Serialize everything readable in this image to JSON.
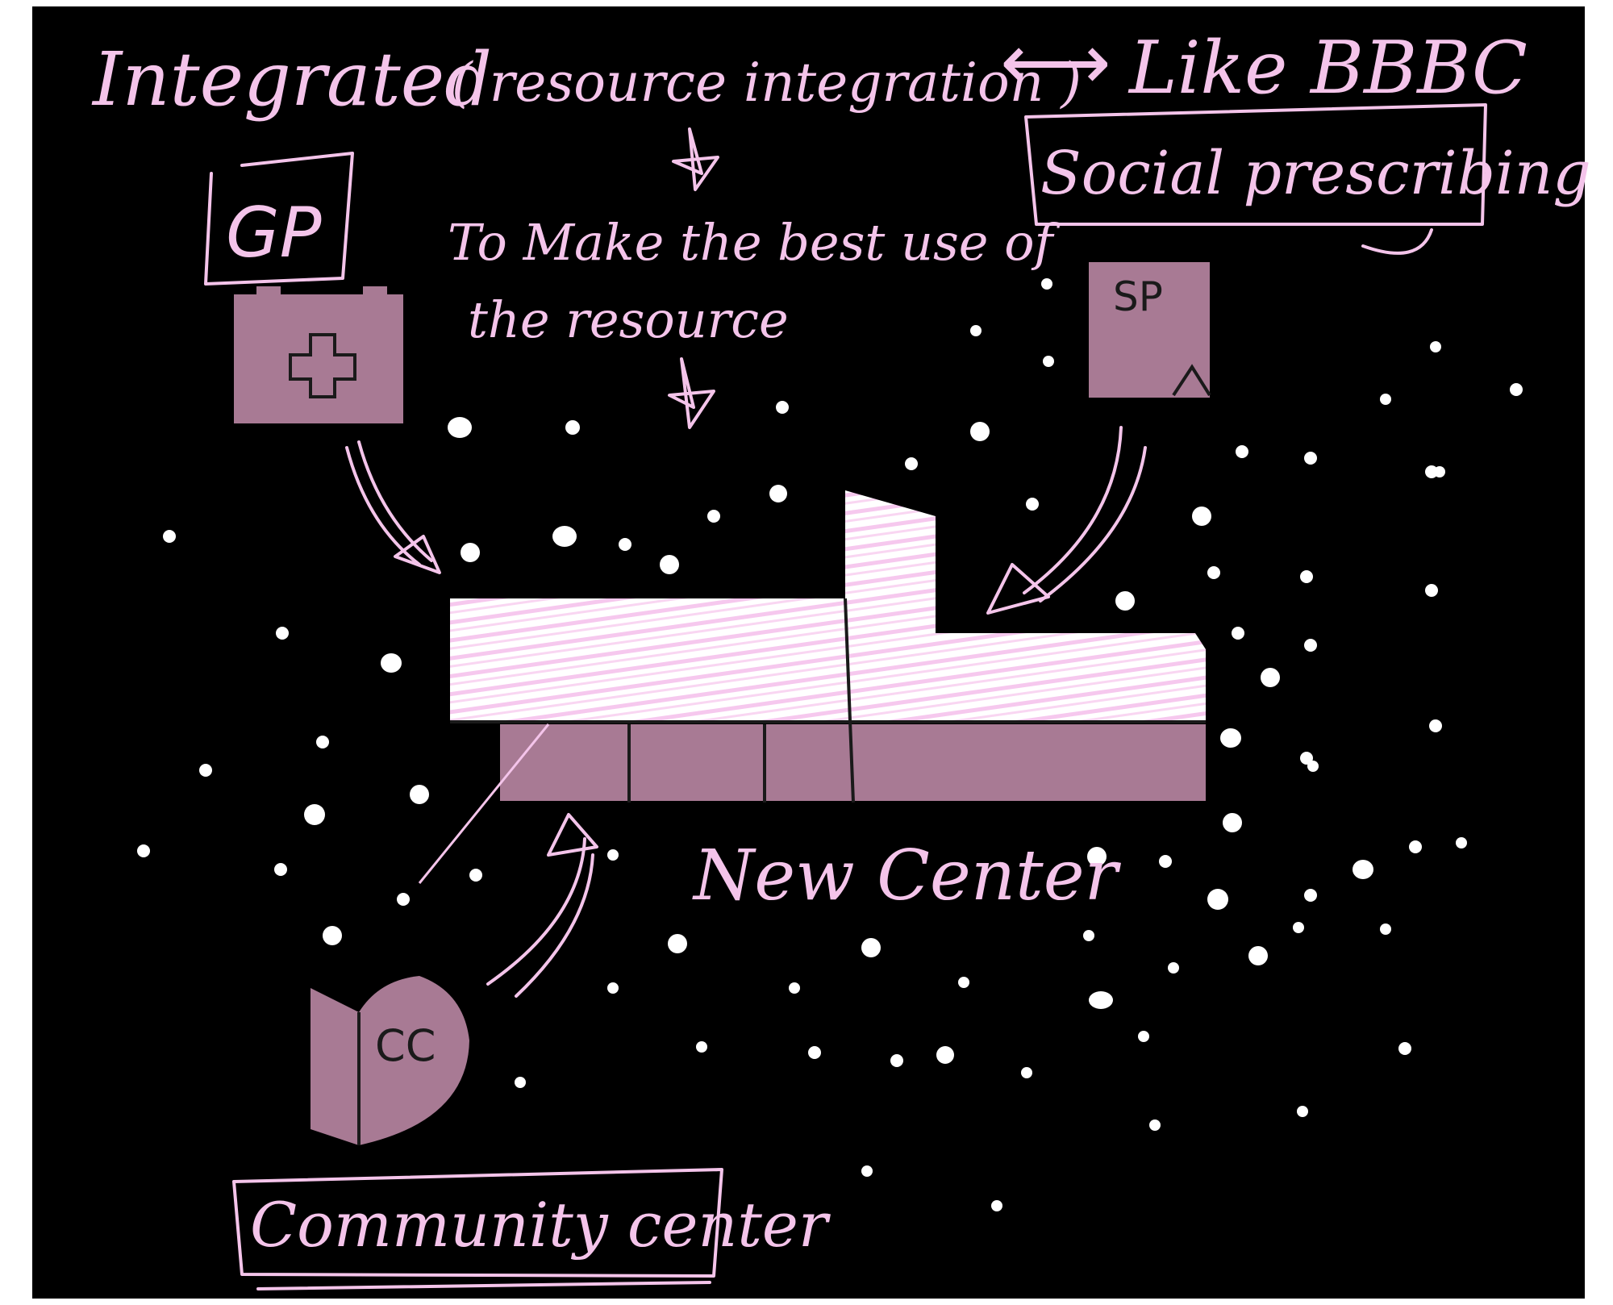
{
  "top_line": {
    "left": "Integrated",
    "paren": "( resource integration )",
    "arrow": "⟷",
    "right": "Like BBBC"
  },
  "labels": {
    "gp": "GP",
    "social_prescribing": "Social prescribing",
    "sp": "SP",
    "goal_line_1": "To Make the best use of",
    "goal_line_2": "the resource",
    "new_center": "New Center",
    "cc": "CC",
    "community_center": "Community center"
  },
  "colors": {
    "background": "#000000",
    "ink": "#f4c4ea",
    "fill": "#a87a94",
    "dots": "#ffffff"
  }
}
